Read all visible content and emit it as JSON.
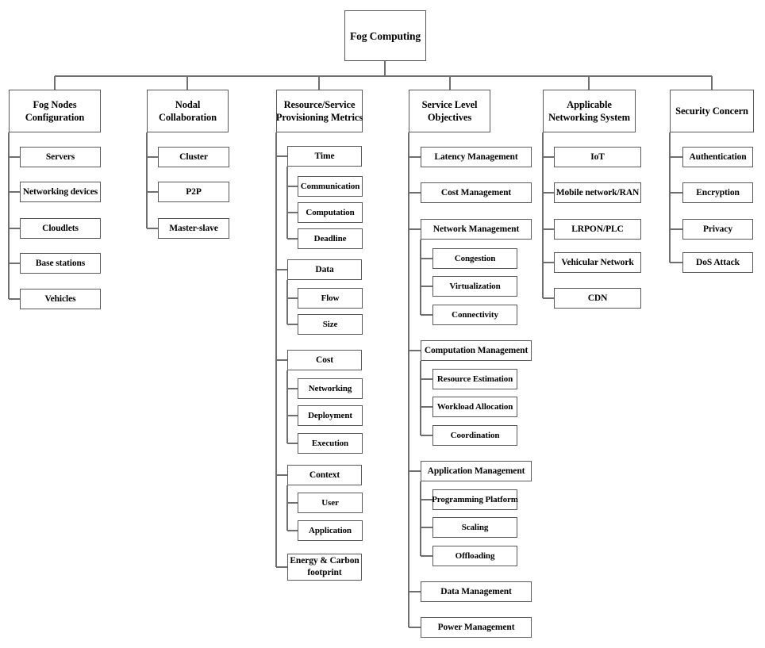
{
  "diagram": {
    "root": {
      "label": "Fog Computing"
    },
    "branches": [
      {
        "label": "Fog Nodes\nConfiguration",
        "children": [
          {
            "label": "Servers"
          },
          {
            "label": "Networking devices"
          },
          {
            "label": "Cloudlets"
          },
          {
            "label": "Base stations"
          },
          {
            "label": "Vehicles"
          }
        ]
      },
      {
        "label": "Nodal\nCollaboration",
        "children": [
          {
            "label": "Cluster"
          },
          {
            "label": "P2P"
          },
          {
            "label": "Master-slave"
          }
        ]
      },
      {
        "label": "Resource/Service\nProvisioning Metrics",
        "children": [
          {
            "label": "Time",
            "children": [
              {
                "label": "Communication"
              },
              {
                "label": "Computation"
              },
              {
                "label": "Deadline"
              }
            ]
          },
          {
            "label": "Data",
            "children": [
              {
                "label": "Flow"
              },
              {
                "label": "Size"
              }
            ]
          },
          {
            "label": "Cost",
            "children": [
              {
                "label": "Networking"
              },
              {
                "label": "Deployment"
              },
              {
                "label": "Execution"
              }
            ]
          },
          {
            "label": "Context",
            "children": [
              {
                "label": "User"
              },
              {
                "label": "Application"
              }
            ]
          },
          {
            "label": "Energy & Carbon\nfootprint"
          }
        ]
      },
      {
        "label": "Service Level\nObjectives",
        "children": [
          {
            "label": "Latency Management"
          },
          {
            "label": "Cost Management"
          },
          {
            "label": "Network Management",
            "children": [
              {
                "label": "Congestion"
              },
              {
                "label": "Virtualization"
              },
              {
                "label": "Connectivity"
              }
            ]
          },
          {
            "label": "Computation Management",
            "children": [
              {
                "label": "Resource Estimation"
              },
              {
                "label": "Workload Allocation"
              },
              {
                "label": "Coordination"
              }
            ]
          },
          {
            "label": "Application Management",
            "children": [
              {
                "label": "Programming Platform"
              },
              {
                "label": "Scaling"
              },
              {
                "label": "Offloading"
              }
            ]
          },
          {
            "label": "Data Management"
          },
          {
            "label": "Power Management"
          }
        ]
      },
      {
        "label": "Applicable\nNetworking System",
        "children": [
          {
            "label": "IoT"
          },
          {
            "label": "Mobile network/RAN"
          },
          {
            "label": "LRPON/PLC"
          },
          {
            "label": "Vehicular Network"
          },
          {
            "label": "CDN"
          }
        ]
      },
      {
        "label": "Security Concern",
        "children": [
          {
            "label": "Authentication"
          },
          {
            "label": "Encryption"
          },
          {
            "label": "Privacy"
          },
          {
            "label": "DoS Attack"
          }
        ]
      }
    ],
    "colors": {
      "background": "#ffffff",
      "box_fill": "#ffffff",
      "box_border": "#595959",
      "connector": "#6f6f6f",
      "text": "#000000"
    }
  }
}
